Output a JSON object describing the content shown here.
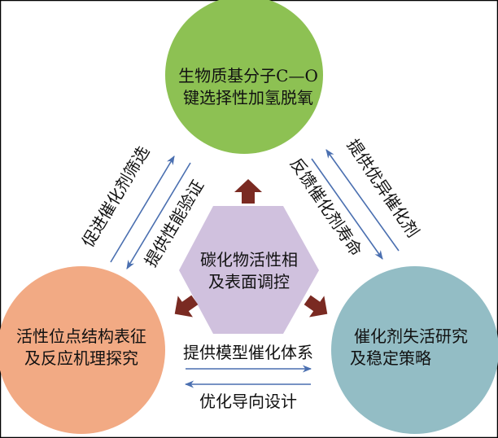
{
  "nodes": {
    "top": {
      "line1": "生物质基分子C—O",
      "line2": "键选择性加氢脱氧",
      "color": "#8dc153"
    },
    "left": {
      "line1": "活性位点结构表征",
      "line2": "及反应机理探究",
      "color": "#f2aa84"
    },
    "right": {
      "line1": "催化剂失活研究",
      "line2": "及稳定策略",
      "color": "#93bdc5"
    },
    "center": {
      "line1": "碳化物活性相",
      "line2": "及表面调控",
      "color": "#d0c1de"
    }
  },
  "edges": {
    "left_outer": "促进催化剂筛选",
    "left_inner": "提供性能验证",
    "right_outer": "提供优异催化剂",
    "right_inner": "反馈催化剂寿命",
    "bottom_upper": "提供模型催化体系",
    "bottom_lower": "优化导向设计"
  },
  "colors": {
    "thin_arrow": "#4a6fb0",
    "thick_arrow": "#7a2a22"
  }
}
